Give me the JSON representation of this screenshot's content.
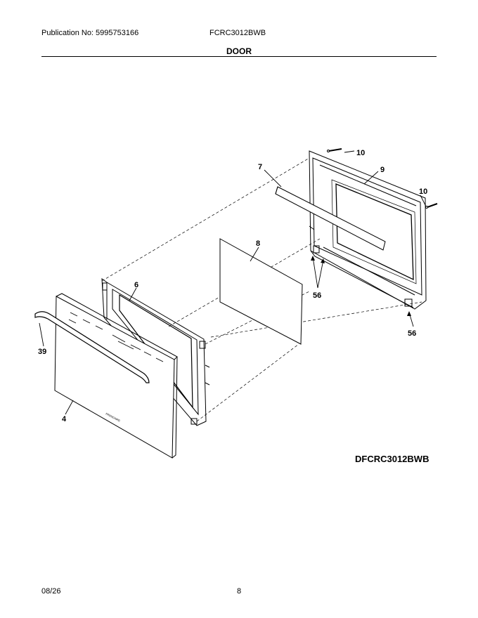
{
  "header": {
    "publication": "Publication No: 5995753166",
    "model": "FCRC3012BWB",
    "section": "DOOR"
  },
  "diagram": {
    "code": "DFCRC3012BWB",
    "brand_mark": "FRIGIDAIRE",
    "callouts": {
      "c10a": "10",
      "c10b": "10",
      "c9": "9",
      "c7": "7",
      "c8": "8",
      "c56a": "56",
      "c56b": "56",
      "c6": "6",
      "c39": "39",
      "c4": "4"
    }
  },
  "footer": {
    "date": "08/26",
    "page": "8"
  }
}
